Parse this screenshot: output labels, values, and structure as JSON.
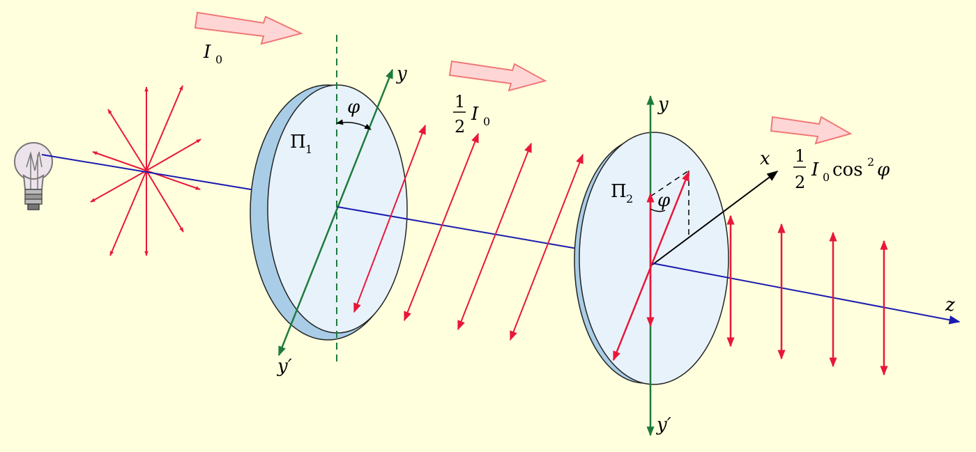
{
  "colors": {
    "background": "#FFFFDD",
    "beam_axis": "#1A1AB0",
    "polarizer_axis": "#1E7A3C",
    "field_vectors": "#E8173A",
    "disk_fill": "#E8F2FA",
    "disk_rim": "#A9CDE6",
    "flow_arrow_fill": "#FFD6D6",
    "flow_arrow_stroke": "#F07878"
  },
  "icons": [
    "light-bulb-icon"
  ],
  "labels": {
    "intensity_initial": {
      "main": "I",
      "sub": "0"
    },
    "intensity_half": {
      "num": "1",
      "den": "2",
      "main": "I",
      "sub": "0"
    },
    "intensity_final": {
      "num": "1",
      "den": "2",
      "main": "I",
      "sub": "0",
      "func": "cos",
      "power": "2",
      "angle": "φ"
    },
    "polarizer1": {
      "main": "Π",
      "sub": "1"
    },
    "polarizer2": {
      "main": "Π",
      "sub": "2"
    },
    "angle1": "φ",
    "angle2": "φ",
    "axis_y1": "y",
    "axis_y1_prime": "y′",
    "axis_y2": "y",
    "axis_y2_prime": "y′",
    "axis_x": "x",
    "axis_z": "z"
  }
}
